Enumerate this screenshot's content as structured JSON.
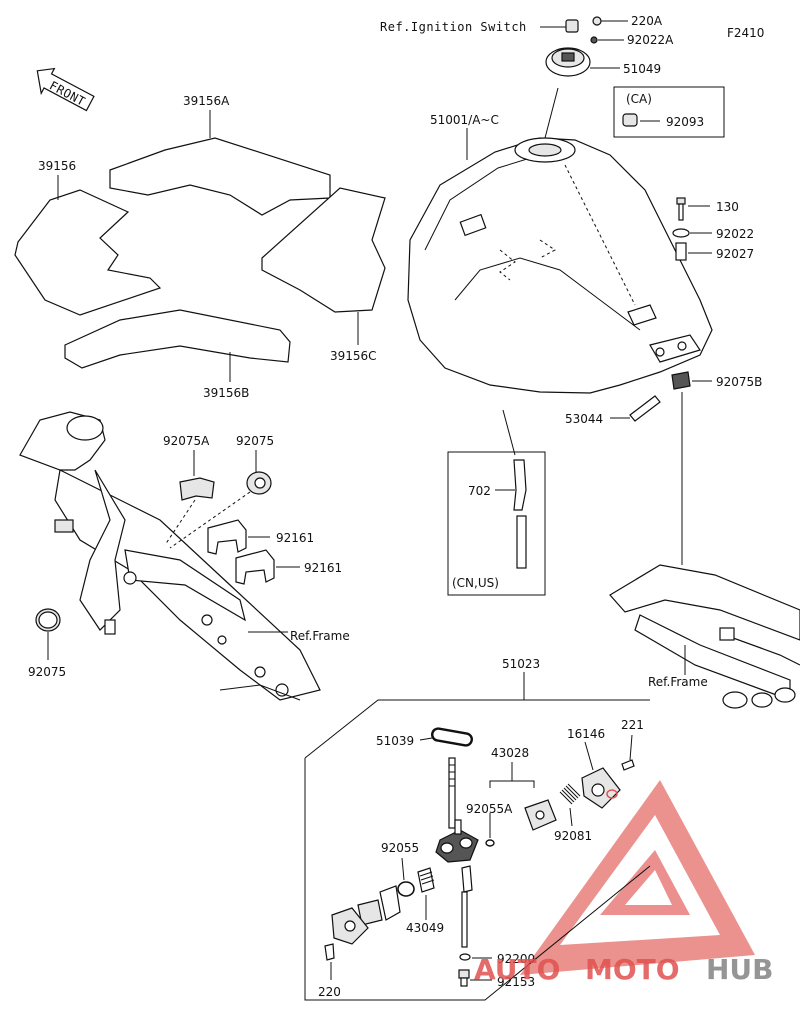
{
  "figure_code": "F2410",
  "front_label": "FRONT",
  "callouts": {
    "ref_ignition_switch": "Ref.Ignition Switch",
    "p220A": "220A",
    "p92022A": "92022A",
    "p51049": "51049",
    "ca_label": "(CA)",
    "p92093": "92093",
    "p51001": "51001/A~C",
    "p130": "130",
    "p92022": "92022",
    "p92027": "92027",
    "p92075B": "92075B",
    "p53044": "53044",
    "p702": "702",
    "cn_us_label": "(CN,US)",
    "p39156A": "39156A",
    "p39156": "39156",
    "p39156C": "39156C",
    "p39156B": "39156B",
    "p92075A": "92075A",
    "p92075_top": "92075",
    "p92161_a": "92161",
    "p92161_b": "92161",
    "ref_frame_left": "Ref.Frame",
    "p92075_left": "92075",
    "ref_frame_right": "Ref.Frame",
    "p51023": "51023",
    "p51039": "51039",
    "p43028": "43028",
    "p16146": "16146",
    "p221": "221",
    "p92055A": "92055A",
    "p92081": "92081",
    "p92055": "92055",
    "p43049": "43049",
    "p92200": "92200",
    "p92153": "92153",
    "p220": "220"
  },
  "watermark": {
    "word_part1": "AUTO",
    "word_part2": "MOTO",
    "word_part3": "HUB",
    "color_red": "#e0524f",
    "color_gray": "#8a8a8a"
  }
}
